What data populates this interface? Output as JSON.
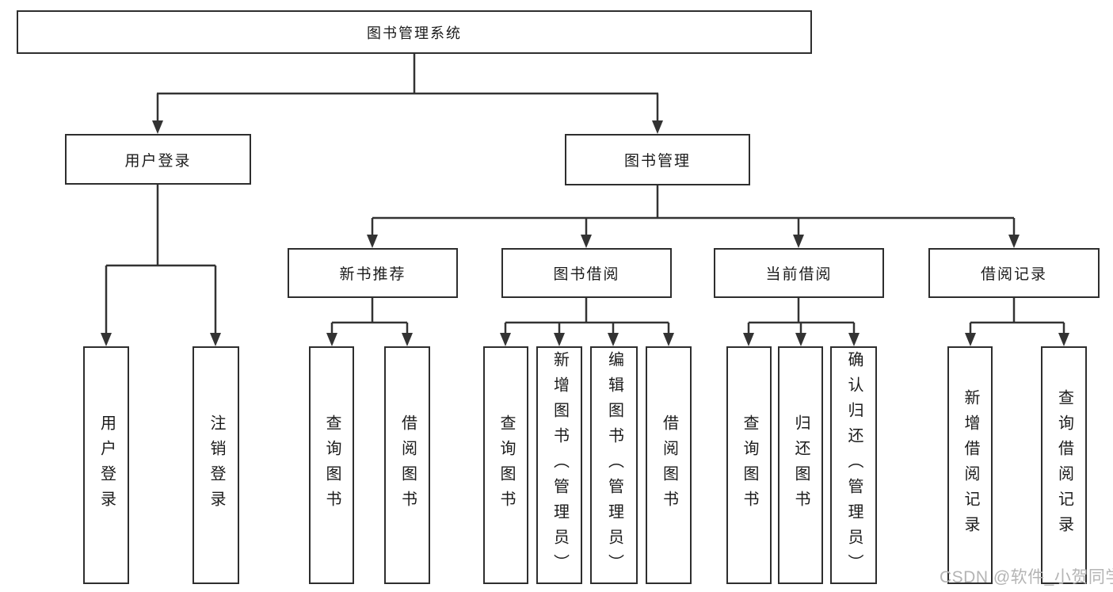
{
  "nodes": {
    "root": "图书管理系统",
    "user_login": "用户登录",
    "book_mgmt": "图书管理",
    "new_book_rec": "新书推荐",
    "book_borrow": "图书借阅",
    "current_borrow": "当前借阅",
    "borrow_records": "借阅记录",
    "leaf_user_login": "用户登录",
    "leaf_logout": "注销登录",
    "leaf_nb_query": "查询图书",
    "leaf_nb_borrow": "借阅图书",
    "leaf_bb_query": "查询图书",
    "leaf_bb_add": "新增图书（管理员）",
    "leaf_bb_edit": "编辑图书（管理员）",
    "leaf_bb_borrow": "借阅图书",
    "leaf_cb_query": "查询图书",
    "leaf_cb_return": "归还图书",
    "leaf_cb_confirm": "确认归还（管理员）",
    "leaf_br_add": "新增借阅记录",
    "leaf_br_query": "查询借阅记录"
  },
  "hierarchy": {
    "图书管理系统": [
      "用户登录",
      "图书管理"
    ],
    "用户登录": [
      "用户登录",
      "注销登录"
    ],
    "图书管理": [
      "新书推荐",
      "图书借阅",
      "当前借阅",
      "借阅记录"
    ],
    "新书推荐": [
      "查询图书",
      "借阅图书"
    ],
    "图书借阅": [
      "查询图书",
      "新增图书（管理员）",
      "编辑图书（管理员）",
      "借阅图书"
    ],
    "当前借阅": [
      "查询图书",
      "归还图书",
      "确认归还（管理员）"
    ],
    "借阅记录": [
      "新增借阅记录",
      "查询借阅记录"
    ]
  },
  "watermark": "CSDN @软件_小贺同学",
  "colors": {
    "line": "#333333",
    "box_border": "#2e2e2e",
    "text": "#1b1b1b",
    "watermark": "#b4b4b4",
    "background": "#ffffff"
  }
}
